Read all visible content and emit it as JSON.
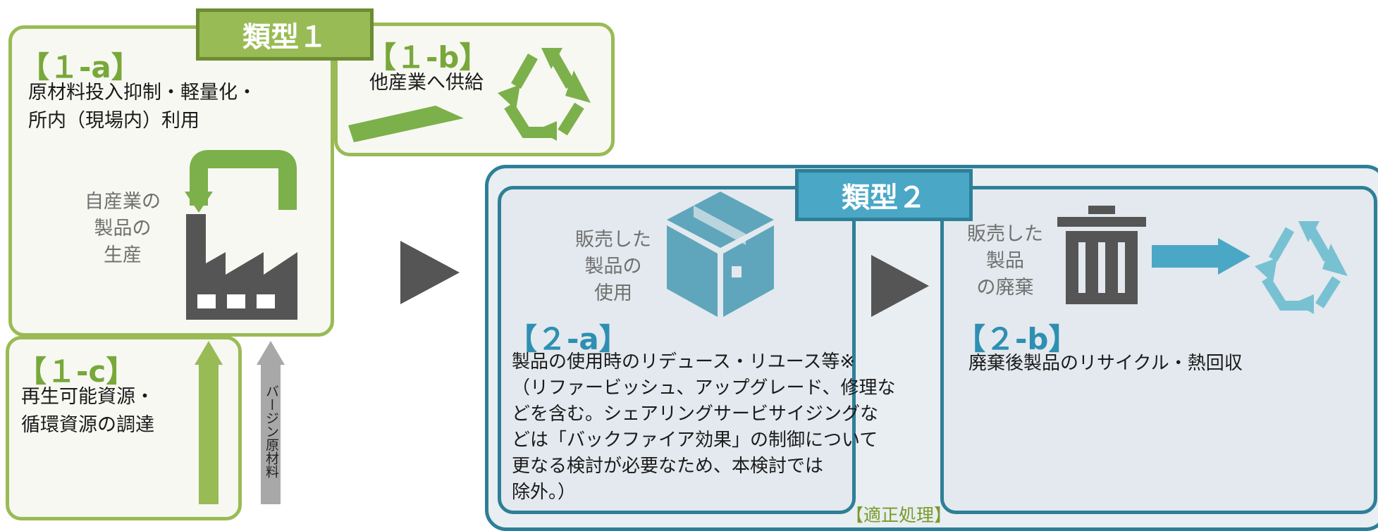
{
  "type1": {
    "label": "類型１",
    "box_1a": {
      "tag": "【１-a】",
      "lines": [
        "原材料投入抑制・軽量化・",
        "所内（現場内）利用"
      ],
      "icon_caption": [
        "自産業の",
        "製品の",
        "生産"
      ]
    },
    "box_1b": {
      "tag": "【１-b】",
      "text": "他産業へ供給"
    },
    "box_1c": {
      "tag": "【１-c】",
      "lines": [
        "再生可能資源・",
        "循環資源の調達"
      ]
    },
    "virgin_label": "バージン原材料"
  },
  "type2": {
    "label": "類型２",
    "box_2a": {
      "tag": "【２-a】",
      "icon_caption": [
        "販売した",
        "製品の",
        "使用"
      ],
      "lines": [
        "製品の使用時のリデュース・リユース等※",
        "（リファービッシュ、アップグレード、修理な",
        "どを含む。シェアリングサービサイジングな",
        "どは「バックファイア効果」の制御について",
        "更なる検討が必要なため、本検討では",
        "除外。）"
      ]
    },
    "box_2b": {
      "tag": "【２-b】",
      "icon_caption": [
        "販売した",
        "製品",
        "の廃棄"
      ],
      "text": "廃棄後製品のリサイクル・熱回収"
    },
    "proper_treatment": "【適正処理】"
  },
  "colors": {
    "green": "#99bb55",
    "dark_green": "#78a83a",
    "teal": "#2e7f97",
    "light_teal": "#4aa7c6",
    "icon_grey": "#555555"
  }
}
